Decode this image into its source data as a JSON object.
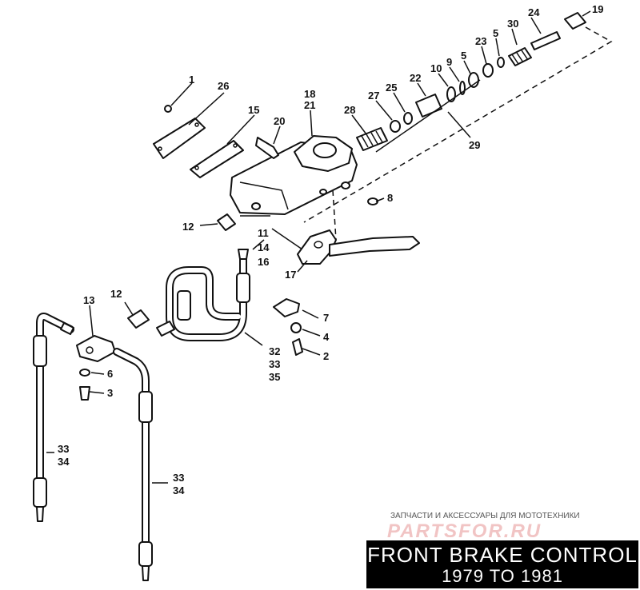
{
  "title": {
    "line1": "FRONT BRAKE CONTROL",
    "line2": "1979 TO 1981"
  },
  "watermark": {
    "caption": "ЗАПЧАСТИ И АКСЕССУАРЫ ДЛЯ МОТОТЕХНИКИ",
    "logo": "PARTSFOR.RU"
  },
  "callouts": {
    "c1": "1",
    "c26": "26",
    "c15": "15",
    "c18": "18",
    "c21": "21",
    "c20": "20",
    "c28": "28",
    "c27": "27",
    "c25": "25",
    "c22": "22",
    "c10": "10",
    "c9": "9",
    "c5a": "5",
    "c23": "23",
    "c5b": "5",
    "c30": "30",
    "c24": "24",
    "c19": "19",
    "c29": "29",
    "c8": "8",
    "c12a": "12",
    "c11": "11",
    "c14": "14",
    "c16": "16",
    "c17": "17",
    "c12b": "12",
    "c13": "13",
    "c7": "7",
    "c4": "4",
    "c2": "2",
    "c32": "32",
    "c33a": "33",
    "c35": "35",
    "c6": "6",
    "c3": "3",
    "c33b": "33",
    "c34a": "34",
    "c33c": "33",
    "c34b": "34"
  },
  "colors": {
    "line": "#111111",
    "title_bg": "#000000",
    "title_fg": "#ffffff",
    "watermark_logo": "#f1c4c4"
  }
}
